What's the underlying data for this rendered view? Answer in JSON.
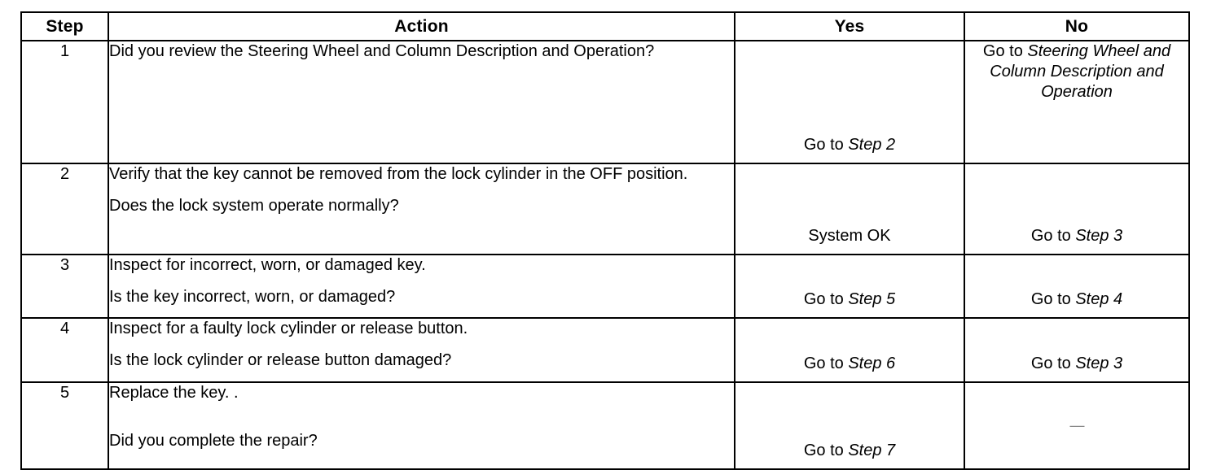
{
  "table": {
    "headers": [
      "Step",
      "Action",
      "Yes",
      "No"
    ],
    "rows": [
      {
        "step": "1",
        "action_lines": [
          "Did you review the Steering Wheel and Column Description and Operation?"
        ],
        "yes_prefix": "Go to ",
        "yes_ref": "Step 2",
        "no_prefix": "Go to ",
        "no_ref": "Steering Wheel and Column Description and Operation"
      },
      {
        "step": "2",
        "action_lines": [
          "Verify that the key cannot be removed from the lock cylinder in the OFF position.",
          "Does the lock system operate normally?"
        ],
        "yes_prefix": "System OK",
        "yes_ref": "",
        "no_prefix": "Go to ",
        "no_ref": "Step 3"
      },
      {
        "step": "3",
        "action_lines": [
          "Inspect for incorrect, worn, or damaged key.",
          "Is the key incorrect, worn, or damaged?"
        ],
        "yes_prefix": "Go to ",
        "yes_ref": "Step 5",
        "no_prefix": "Go to ",
        "no_ref": "Step 4"
      },
      {
        "step": "4",
        "action_lines": [
          "Inspect for a faulty lock cylinder or release button.",
          "Is the lock cylinder or release button damaged?"
        ],
        "yes_prefix": "Go to ",
        "yes_ref": "Step 6",
        "no_prefix": "Go to ",
        "no_ref": "Step 3"
      },
      {
        "step": "5",
        "action_lines": [
          "Replace the key. .",
          "Did you complete the repair?"
        ],
        "yes_prefix": "Go to ",
        "yes_ref": "Step 7",
        "no_prefix": "",
        "no_ref": "",
        "no_dash": "—"
      }
    ]
  }
}
